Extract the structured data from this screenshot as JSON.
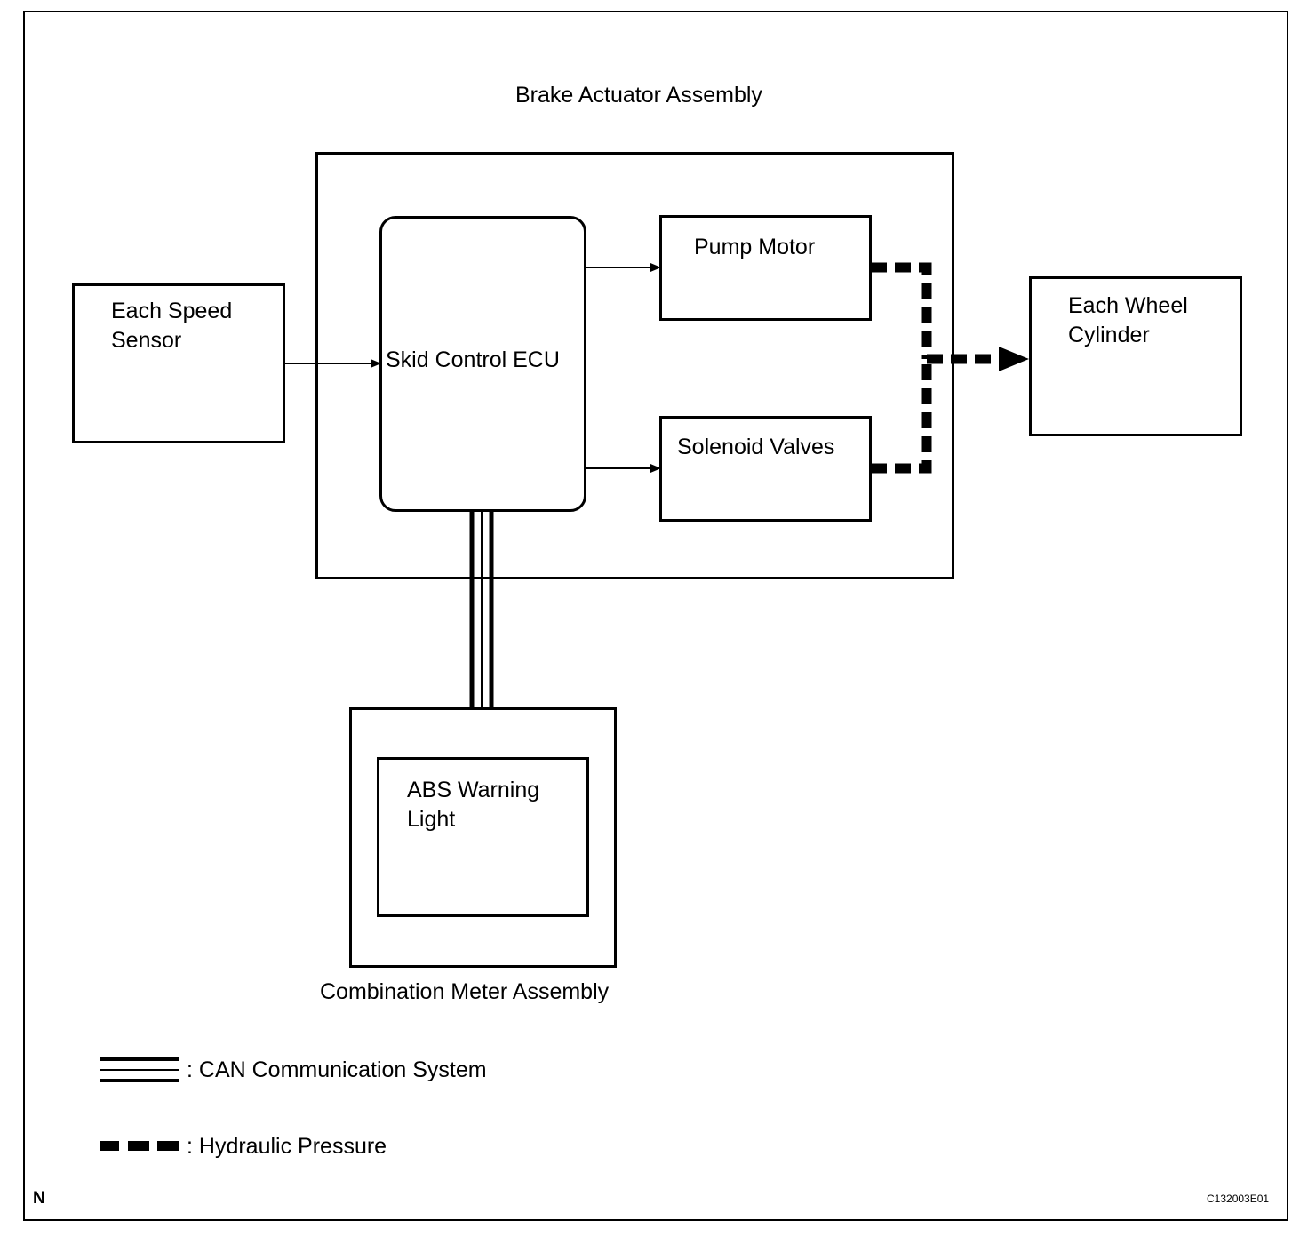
{
  "diagram": {
    "brake_actuator_label": "Brake Actuator Assembly",
    "skid_control_ecu": "Skid Control ECU",
    "pump_motor": "Pump Motor",
    "solenoid_valves": "Solenoid Valves",
    "each_speed_sensor": "Each Speed\nSensor",
    "each_wheel_cylinder": "Each Wheel\nCylinder",
    "abs_warning_light": "ABS Warning\nLight",
    "combination_meter_label": "Combination Meter Assembly"
  },
  "legend": {
    "can": ": CAN Communication System",
    "hydraulic": ": Hydraulic Pressure"
  },
  "footer": {
    "left_mark": "N",
    "figure_code": "C132003E01"
  }
}
